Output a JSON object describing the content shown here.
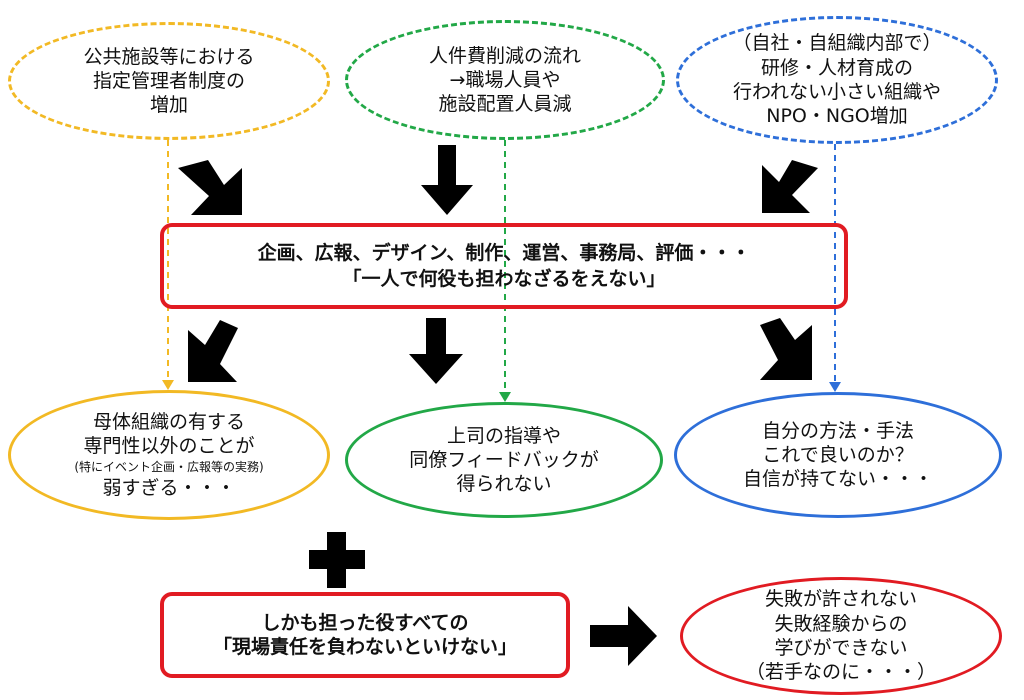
{
  "colors": {
    "yellow": "#F2B924",
    "green": "#22A847",
    "blue": "#2E6FD9",
    "red": "#E11B22",
    "arrow": "#000000"
  },
  "top": {
    "left": [
      "公共施設等における",
      "指定管理者制度の",
      "増加"
    ],
    "center": [
      "人件費削減の流れ",
      "→職場人員や",
      "施設配置人員減"
    ],
    "right": [
      "（自社・自組織内部で）",
      "研修・人材育成の",
      "行われない小さい組織や",
      "NPO・NGO増加"
    ]
  },
  "central_box": {
    "line1": "企画、広報、デザイン、制作、運営、事務局、評価・・・",
    "line2": "「一人で何役も担わなざるをえない」"
  },
  "bottom": {
    "left": {
      "line1": "母体組織の有する",
      "line2": "専門性以外のことが",
      "note": "(特にイベント企画・広報等の実務)",
      "line3": "弱すぎる・・・"
    },
    "center": [
      "上司の指導や",
      "同僚フィードバックが",
      "得られない"
    ],
    "right": [
      "自分の方法・手法",
      "これで良いのか？",
      "自信が持てない・・・"
    ]
  },
  "plus_symbol": "plus",
  "bottom_box": {
    "line1": "しかも担った役すべての",
    "line2": "「現場責任を負わないといけない」"
  },
  "final": [
    "失敗が許されない",
    "失敗経験からの",
    "学びができない",
    "（若手なのに・・・）"
  ]
}
